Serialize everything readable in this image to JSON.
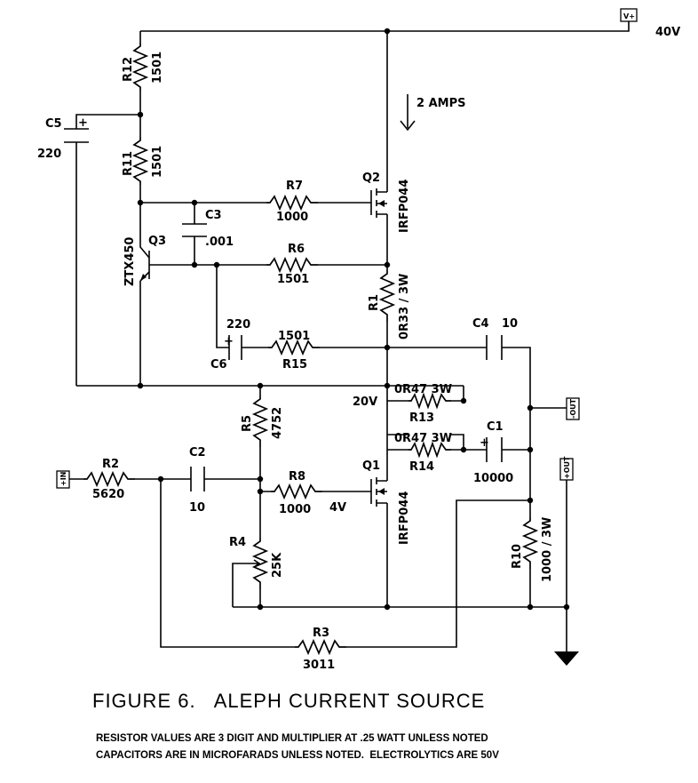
{
  "rails": {
    "vplus_port": "V+",
    "vplus_voltage": "40V",
    "in_port": "+IN",
    "out_neg_port": "-OUT",
    "out_pos_port": "+OUT"
  },
  "annotations": {
    "current": "2 AMPS",
    "node_20v": "20V",
    "node_4v": "4V"
  },
  "components": {
    "R1": {
      "ref": "R1",
      "value": "0R33 / 3W"
    },
    "R2": {
      "ref": "R2",
      "value": "5620"
    },
    "R3": {
      "ref": "R3",
      "value": "3011"
    },
    "R4": {
      "ref": "R4",
      "value": "25K"
    },
    "R5": {
      "ref": "R5",
      "value": "4752"
    },
    "R6": {
      "ref": "R6",
      "value": "1501"
    },
    "R7": {
      "ref": "R7",
      "value": "1000"
    },
    "R8": {
      "ref": "R8",
      "value": "1000"
    },
    "R10": {
      "ref": "R10",
      "value": "1000 / 3W"
    },
    "R11": {
      "ref": "R11",
      "value": "1501"
    },
    "R12": {
      "ref": "R12",
      "value": "1501"
    },
    "R13": {
      "ref": "R13",
      "value": "0R47 3W"
    },
    "R14": {
      "ref": "R14",
      "value": "0R47 3W"
    },
    "R15": {
      "ref": "R15",
      "value": "1501"
    },
    "C1": {
      "ref": "C1",
      "value": "10000"
    },
    "C2": {
      "ref": "C2",
      "value": "10"
    },
    "C3": {
      "ref": "C3",
      "value": ".001"
    },
    "C4": {
      "ref": "C4",
      "value": "10"
    },
    "C5": {
      "ref": "C5",
      "value": "220"
    },
    "C6": {
      "ref": "C6",
      "value": "220"
    },
    "Q1": {
      "ref": "Q1",
      "value": "IRFP044"
    },
    "Q2": {
      "ref": "Q2",
      "value": "IRFP044"
    },
    "Q3": {
      "ref": "Q3",
      "value": "ZTX450"
    }
  },
  "polarity_mark": "+",
  "caption": "FIGURE 6.   ALEPH CURRENT SOURCE",
  "notes": [
    "RESISTOR VALUES ARE 3 DIGIT AND MULTIPLIER AT .25 WATT UNLESS NOTED",
    "CAPACITORS ARE IN MICROFARADS UNLESS NOTED.  ELECTROLYTICS ARE 50V"
  ]
}
